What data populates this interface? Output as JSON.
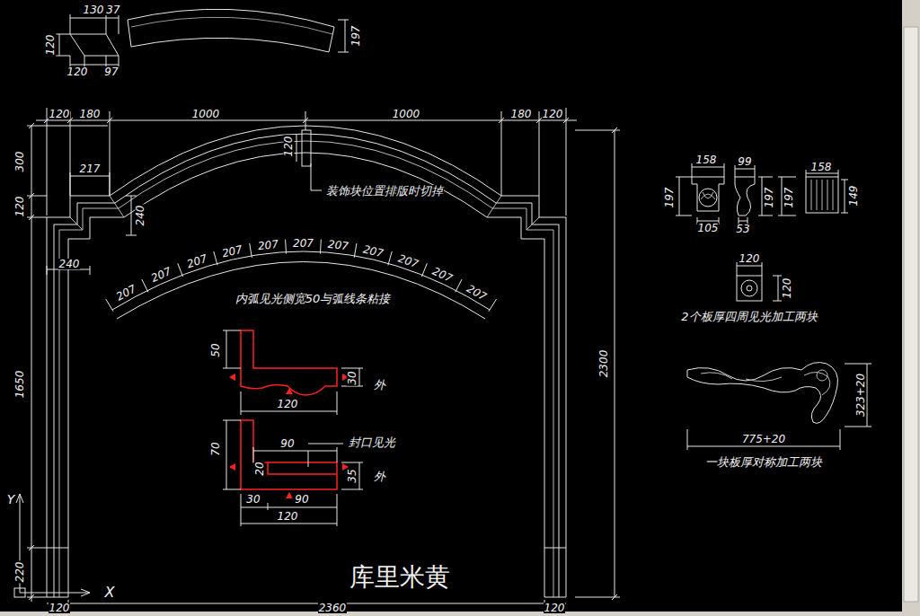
{
  "diagram": {
    "labels": [
      "130",
      "37",
      "120",
      "120",
      "97",
      "197",
      "120",
      "180",
      "1000",
      "1000",
      "180",
      "120",
      "300",
      "120",
      "1650",
      "220",
      "120",
      "217",
      "240",
      "240",
      "装饰块位置排版时切掉",
      "207",
      "207",
      "207",
      "207",
      "207",
      "207",
      "207",
      "207",
      "207",
      "207",
      "207",
      "内弧见光侧宽50与弧线条粘接",
      "50",
      "30",
      "外",
      "120",
      "70",
      "90",
      "封口见光",
      "20",
      "35",
      "外",
      "30",
      "90",
      "120",
      "158",
      "99",
      "158",
      "197",
      "105",
      "53",
      "197",
      "197",
      "149",
      "120",
      "120",
      "2个板厚四周见光加工两块",
      "323+20",
      "775+20",
      "一块板厚对称加工两块",
      "2300",
      "库里米黄",
      "2360",
      "120",
      "120",
      "Y",
      "X"
    ]
  }
}
